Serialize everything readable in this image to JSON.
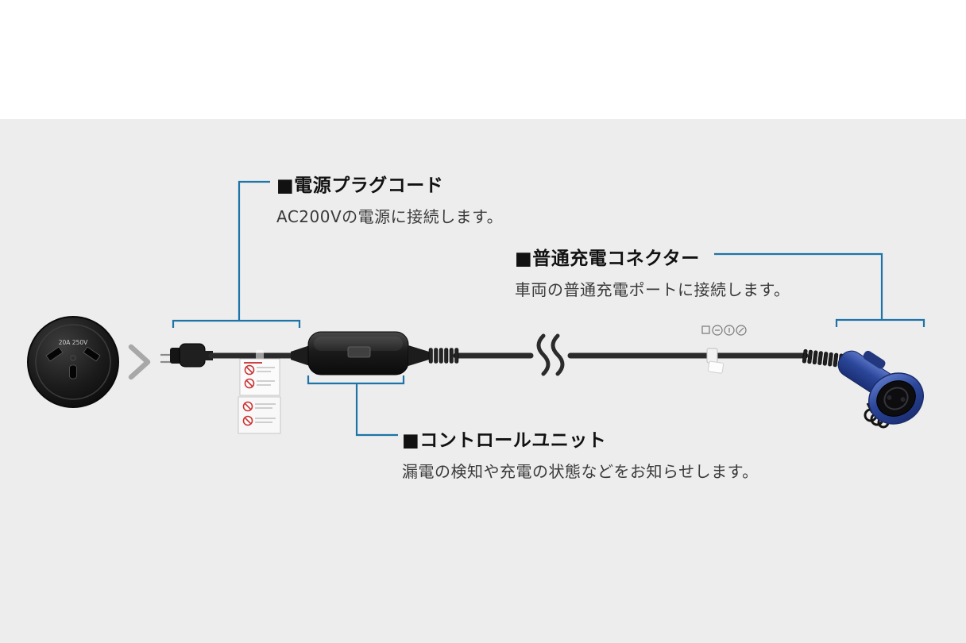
{
  "page": {
    "background_top": "#ffffff",
    "background_main": "#ededed"
  },
  "colors": {
    "accent_blue": "#1d74a8",
    "cable_black": "#2b2b2b",
    "connector_blue": "#2c4a9e"
  },
  "callouts": {
    "power_cord": {
      "title": "■電源プラグコード",
      "description": "AC200Vの電源に接続します。"
    },
    "connector": {
      "title": "■普通充電コネクター",
      "description": "車両の普通充電ポートに接続します。"
    },
    "control_unit": {
      "title": "■コントロールユニット",
      "description": "漏電の検知や充電の状態などをお知らせします。"
    }
  },
  "plug_face": {
    "rating": "20A 250V"
  },
  "icons": {
    "plug_face": "power-plug-face",
    "chevron": "chevron-right-icon",
    "warning_tags": "warning-tags",
    "prohibition": "prohibition-mark-icon",
    "cable_break": "cable-break-icon",
    "certifications": "certification-marks",
    "charging_gun": "charging-connector"
  }
}
